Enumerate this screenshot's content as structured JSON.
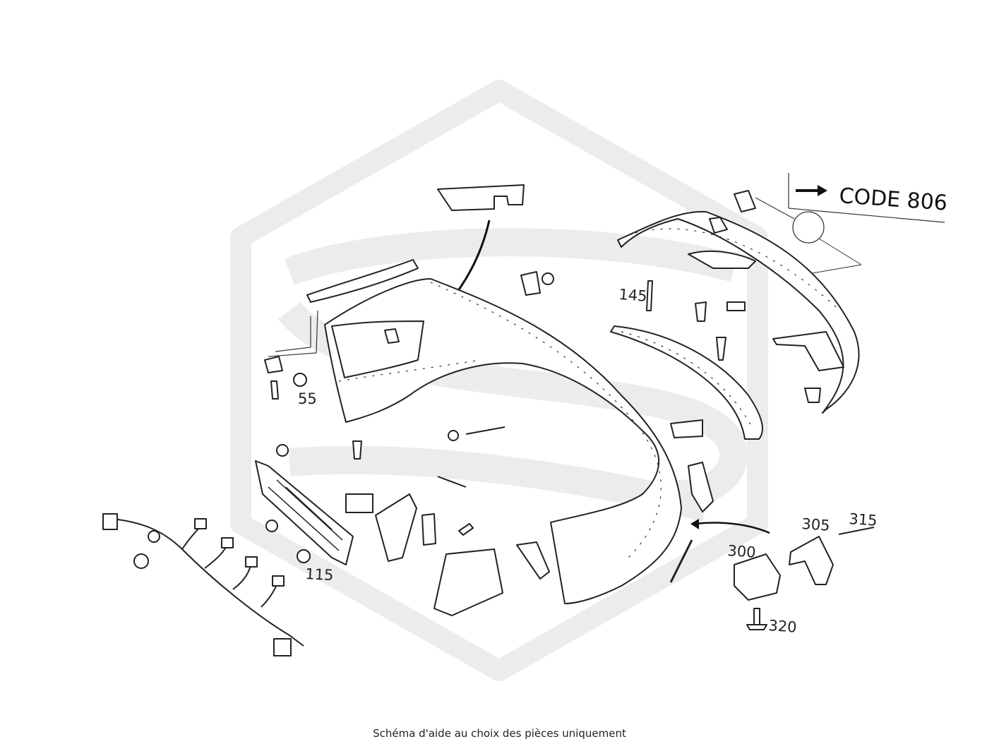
{
  "code_callout": {
    "text": "CODE 806"
  },
  "callouts": [
    {
      "id": "c55",
      "text": "55"
    },
    {
      "id": "c115",
      "text": "115"
    },
    {
      "id": "c145",
      "text": "145"
    },
    {
      "id": "c300",
      "text": "300"
    },
    {
      "id": "c305",
      "text": "305"
    },
    {
      "id": "c315",
      "text": "315"
    },
    {
      "id": "c320",
      "text": "320"
    }
  ],
  "caption": "Schéma d'aide au choix des pièces uniquement",
  "watermark": {
    "color": "#ececec"
  }
}
